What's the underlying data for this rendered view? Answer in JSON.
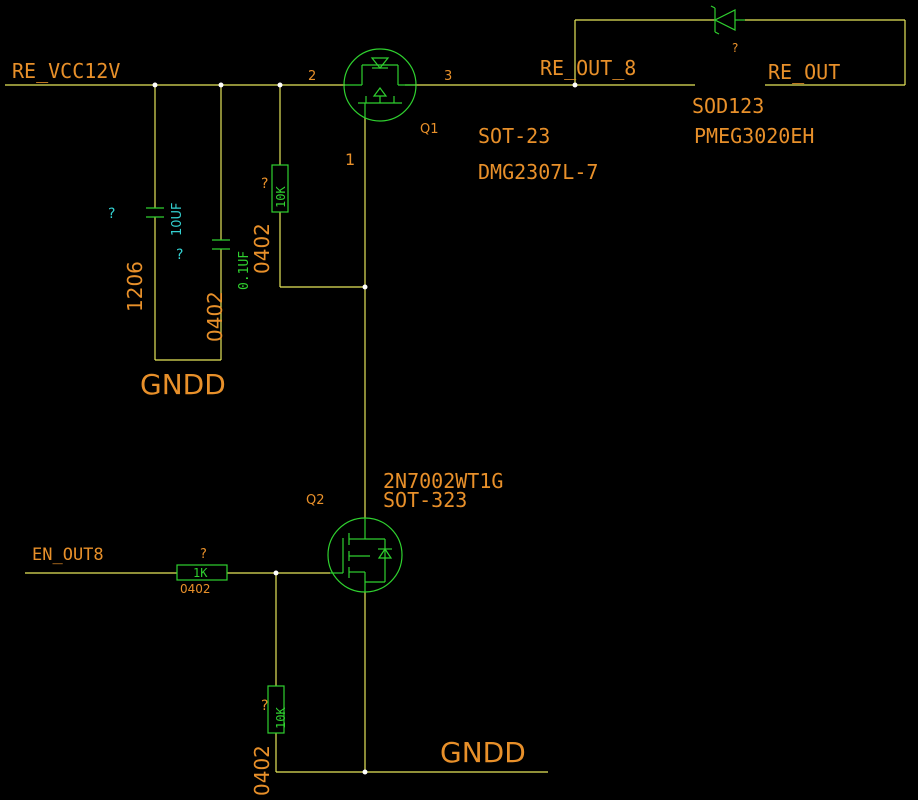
{
  "nets": {
    "vcc": "RE_VCC12V",
    "out8": "RE_OUT_8",
    "out": "RE_OUT",
    "en": "EN_OUT8",
    "gnd_top": "GNDD",
    "gnd_bottom": "GNDD"
  },
  "q1": {
    "ref": "Q1",
    "package": "SOT-23",
    "part": "DMG2307L-7",
    "pin_gate": "1",
    "pin_source": "2",
    "pin_drain": "3"
  },
  "q2": {
    "ref": "Q2",
    "part": "2N7002WT1G",
    "package": "SOT-323"
  },
  "diode": {
    "ref": "?",
    "package": "SOD123",
    "part": "PMEG3020EH"
  },
  "c1": {
    "ref": "?",
    "value": "10UF",
    "package": "1206"
  },
  "c2": {
    "ref": "?",
    "value": "0.1UF",
    "package": "0402"
  },
  "r_pullup": {
    "ref": "?",
    "value": "10K",
    "package": "0402"
  },
  "r_gate": {
    "ref": "?",
    "value": "1K",
    "package": "0402"
  },
  "r_pulldown": {
    "ref": "?",
    "value": "10K",
    "package": "0402"
  },
  "colors": {
    "wire": "#e6e65a",
    "component": "#2fd02f",
    "label": "#e8902a",
    "ref": "#33d0d0",
    "background": "#000000"
  }
}
